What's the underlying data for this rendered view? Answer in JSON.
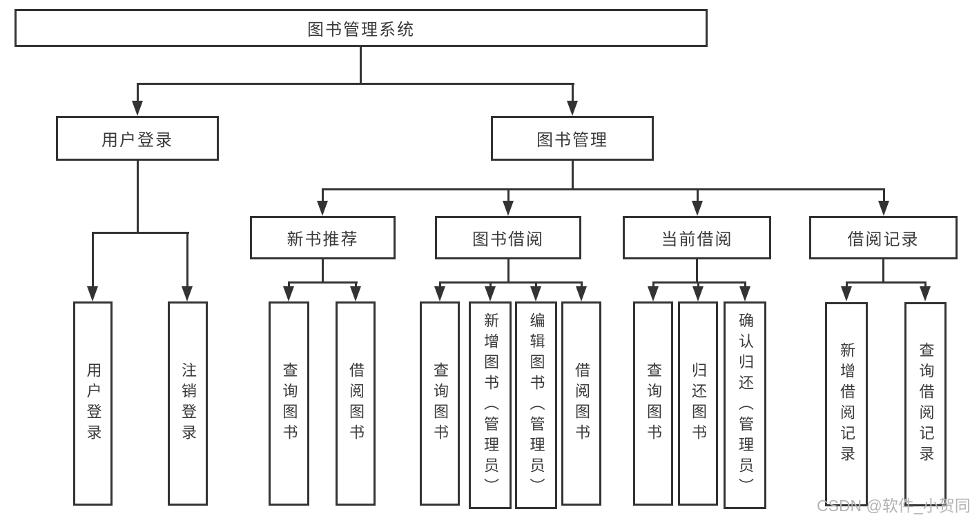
{
  "diagram": {
    "root": "图书管理系统",
    "user_login": {
      "label": "用户登录",
      "leaves": [
        "用户登录",
        "注销登录"
      ]
    },
    "book_management": {
      "label": "图书管理",
      "children": {
        "new_book": {
          "label": "新书推荐",
          "leaves": [
            "查询图书",
            "借阅图书"
          ]
        },
        "book_borrow": {
          "label": "图书借阅",
          "leaves": [
            "查询图书",
            "新增图书（管理员）",
            "编辑图书（管理员）",
            "借阅图书"
          ]
        },
        "current_borrow": {
          "label": "当前借阅",
          "leaves": [
            "查询图书",
            "归还图书",
            "确认归还（管理员）"
          ]
        },
        "borrow_records": {
          "label": "借阅记录",
          "leaves": [
            "新增借阅记录",
            "查询借阅记录"
          ]
        }
      }
    }
  },
  "watermark": "CSDN @软件_小贺同学",
  "colors": {
    "line": "#333333",
    "text": "#3a3a3a",
    "background": "#ffffff",
    "watermark": "#b3b3b3"
  }
}
